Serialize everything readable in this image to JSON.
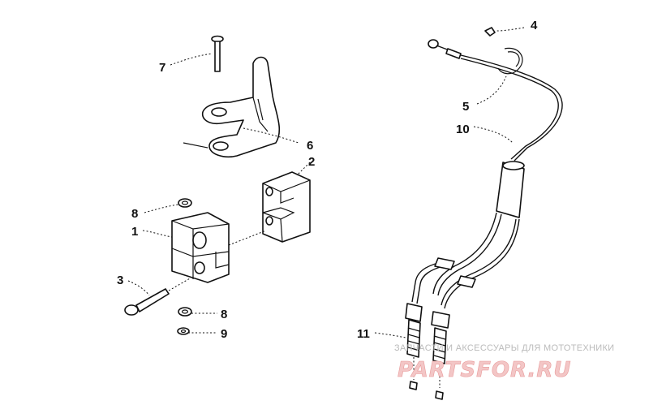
{
  "diagram": {
    "callouts": {
      "c1": "1",
      "c2": "2",
      "c3": "3",
      "c4": "4",
      "c5": "5",
      "c6": "6",
      "c7": "7",
      "c8a": "8",
      "c8b": "8",
      "c9": "9",
      "c10": "10",
      "c11": "11"
    }
  },
  "watermark": {
    "caption": "ЗАПЧАСТИ И АКСЕССУАРЫ ДЛЯ МОТОТЕХНИКИ",
    "logo": "PARTSFOR.RU"
  }
}
